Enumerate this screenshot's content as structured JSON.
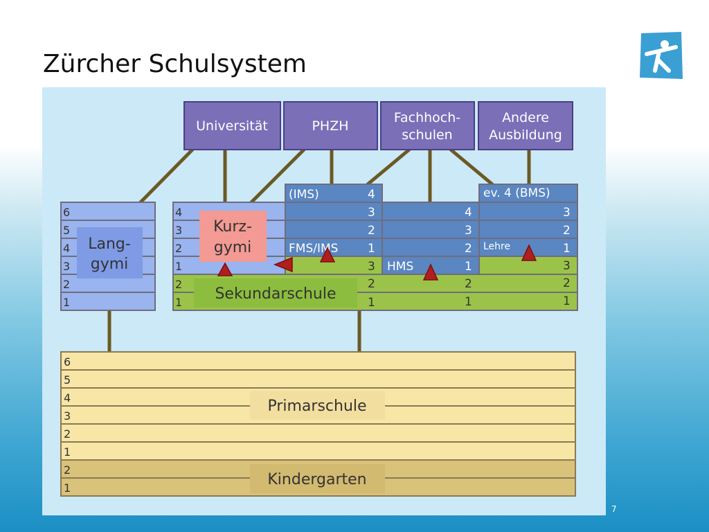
{
  "slide": {
    "title": "Zürcher Schulsystem",
    "page_number": "7",
    "logo_icon": "person-figure-logo"
  },
  "colors": {
    "canvas": "#cce9f7",
    "purple": "#7b6fb8",
    "blue": "#6d8fd0",
    "steel": "#5a86c2",
    "lightblue": "#99b4ee",
    "pink": "#f29a93",
    "green": "#9bc349",
    "greenlabel": "#8cbd3e",
    "primar": "#f7e6a6",
    "kinder": "#d9c27a",
    "line": "#6b5a24",
    "arrow": "#b11e1e"
  },
  "top_boxes": [
    {
      "id": "universitaet",
      "label": "Universität"
    },
    {
      "id": "phzh",
      "label": "PHZH"
    },
    {
      "id": "fachhochschulen",
      "label": [
        "Fachhoch-",
        "schulen"
      ]
    },
    {
      "id": "andere",
      "label": [
        "Andere",
        "Ausbildung"
      ]
    }
  ],
  "langgymi": {
    "label": [
      "Lang-",
      "gymi"
    ],
    "rows": [
      "6",
      "5",
      "4",
      "3",
      "2",
      "1"
    ]
  },
  "kurzgymi": {
    "label": [
      "Kurz-",
      "gymi"
    ],
    "rows": [
      "4",
      "3",
      "2",
      "1"
    ]
  },
  "fms": {
    "top_label": "(IMS)",
    "label": "FMS/IMS",
    "rows": [
      "4",
      "3",
      "2",
      "1"
    ]
  },
  "hms": {
    "label": "HMS",
    "rows": [
      "4",
      "3",
      "2",
      "1"
    ]
  },
  "lehre": {
    "top_label": "ev. 4 (BMS)",
    "label": "Lehre",
    "rows": [
      "3",
      "2",
      "1"
    ]
  },
  "sekundarschule": {
    "label": "Sekundarschule",
    "left_rows": [
      "2",
      "1"
    ],
    "col1": [
      "3",
      "2",
      "1"
    ],
    "col2": [
      "2",
      "1"
    ],
    "col3": [
      "3",
      "2",
      "1"
    ]
  },
  "primarschule": {
    "label": "Primarschule",
    "rows": [
      "6",
      "5",
      "4",
      "3",
      "2",
      "1"
    ]
  },
  "kindergarten": {
    "label": "Kindergarten",
    "rows": [
      "2",
      "1"
    ]
  }
}
